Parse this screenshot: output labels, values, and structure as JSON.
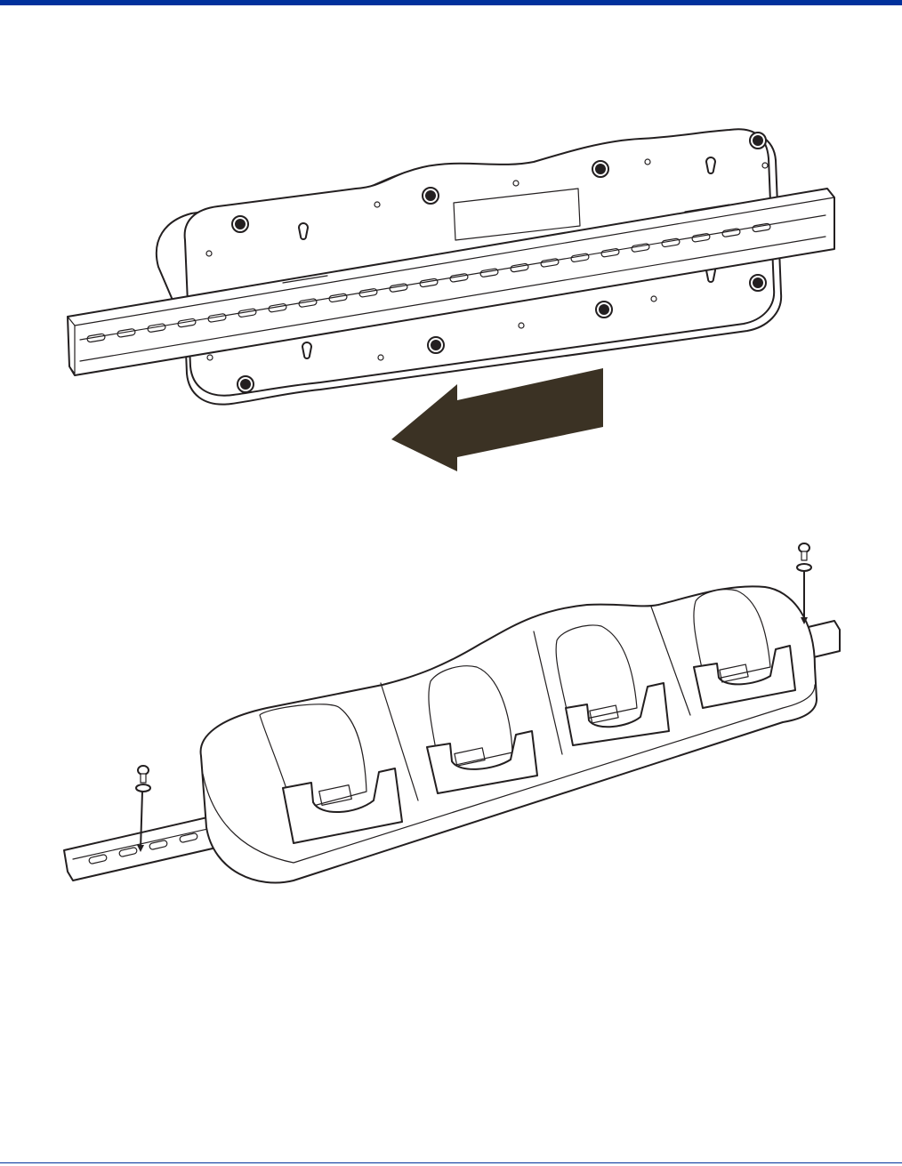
{
  "colors": {
    "top_rule": "#00319c",
    "bottom_rule": "#00319c",
    "arrow": "#3b3224",
    "line": "#231f20"
  },
  "figures": [
    {
      "id": "dock-back-on-rail",
      "icon": "dock-bottom-on-din-rail"
    },
    {
      "id": "dock-mounted-with-screws",
      "icon": "four-bay-dock-with-screws"
    }
  ]
}
